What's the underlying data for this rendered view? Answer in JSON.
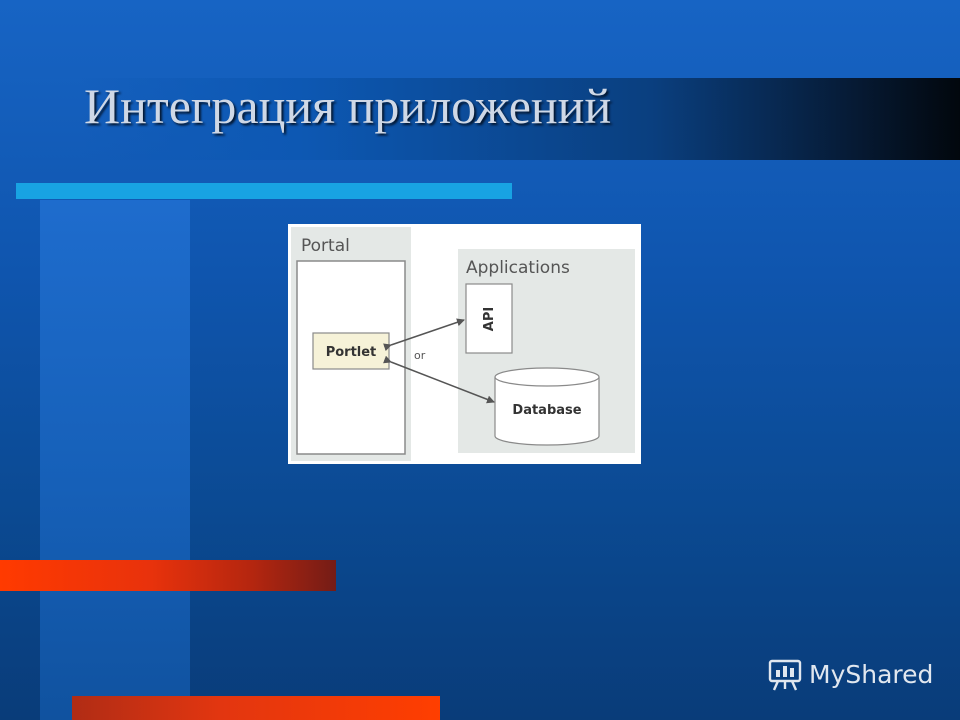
{
  "slide": {
    "title": "Интеграция приложений"
  },
  "diagram": {
    "portal_label": "Portal",
    "applications_label": "Applications",
    "portlet_label": "Portlet",
    "api_label": "API",
    "database_label": "Database",
    "connector_label": "or"
  },
  "watermark": {
    "text": "MyShared",
    "icon": "presentation-icon"
  },
  "colors": {
    "background": "#0f55ae",
    "accent_cyan": "#18a3e3",
    "accent_red": "#ff3a00",
    "title_text": "#cfd8e6",
    "portlet_fill": "#f6f2d8"
  }
}
